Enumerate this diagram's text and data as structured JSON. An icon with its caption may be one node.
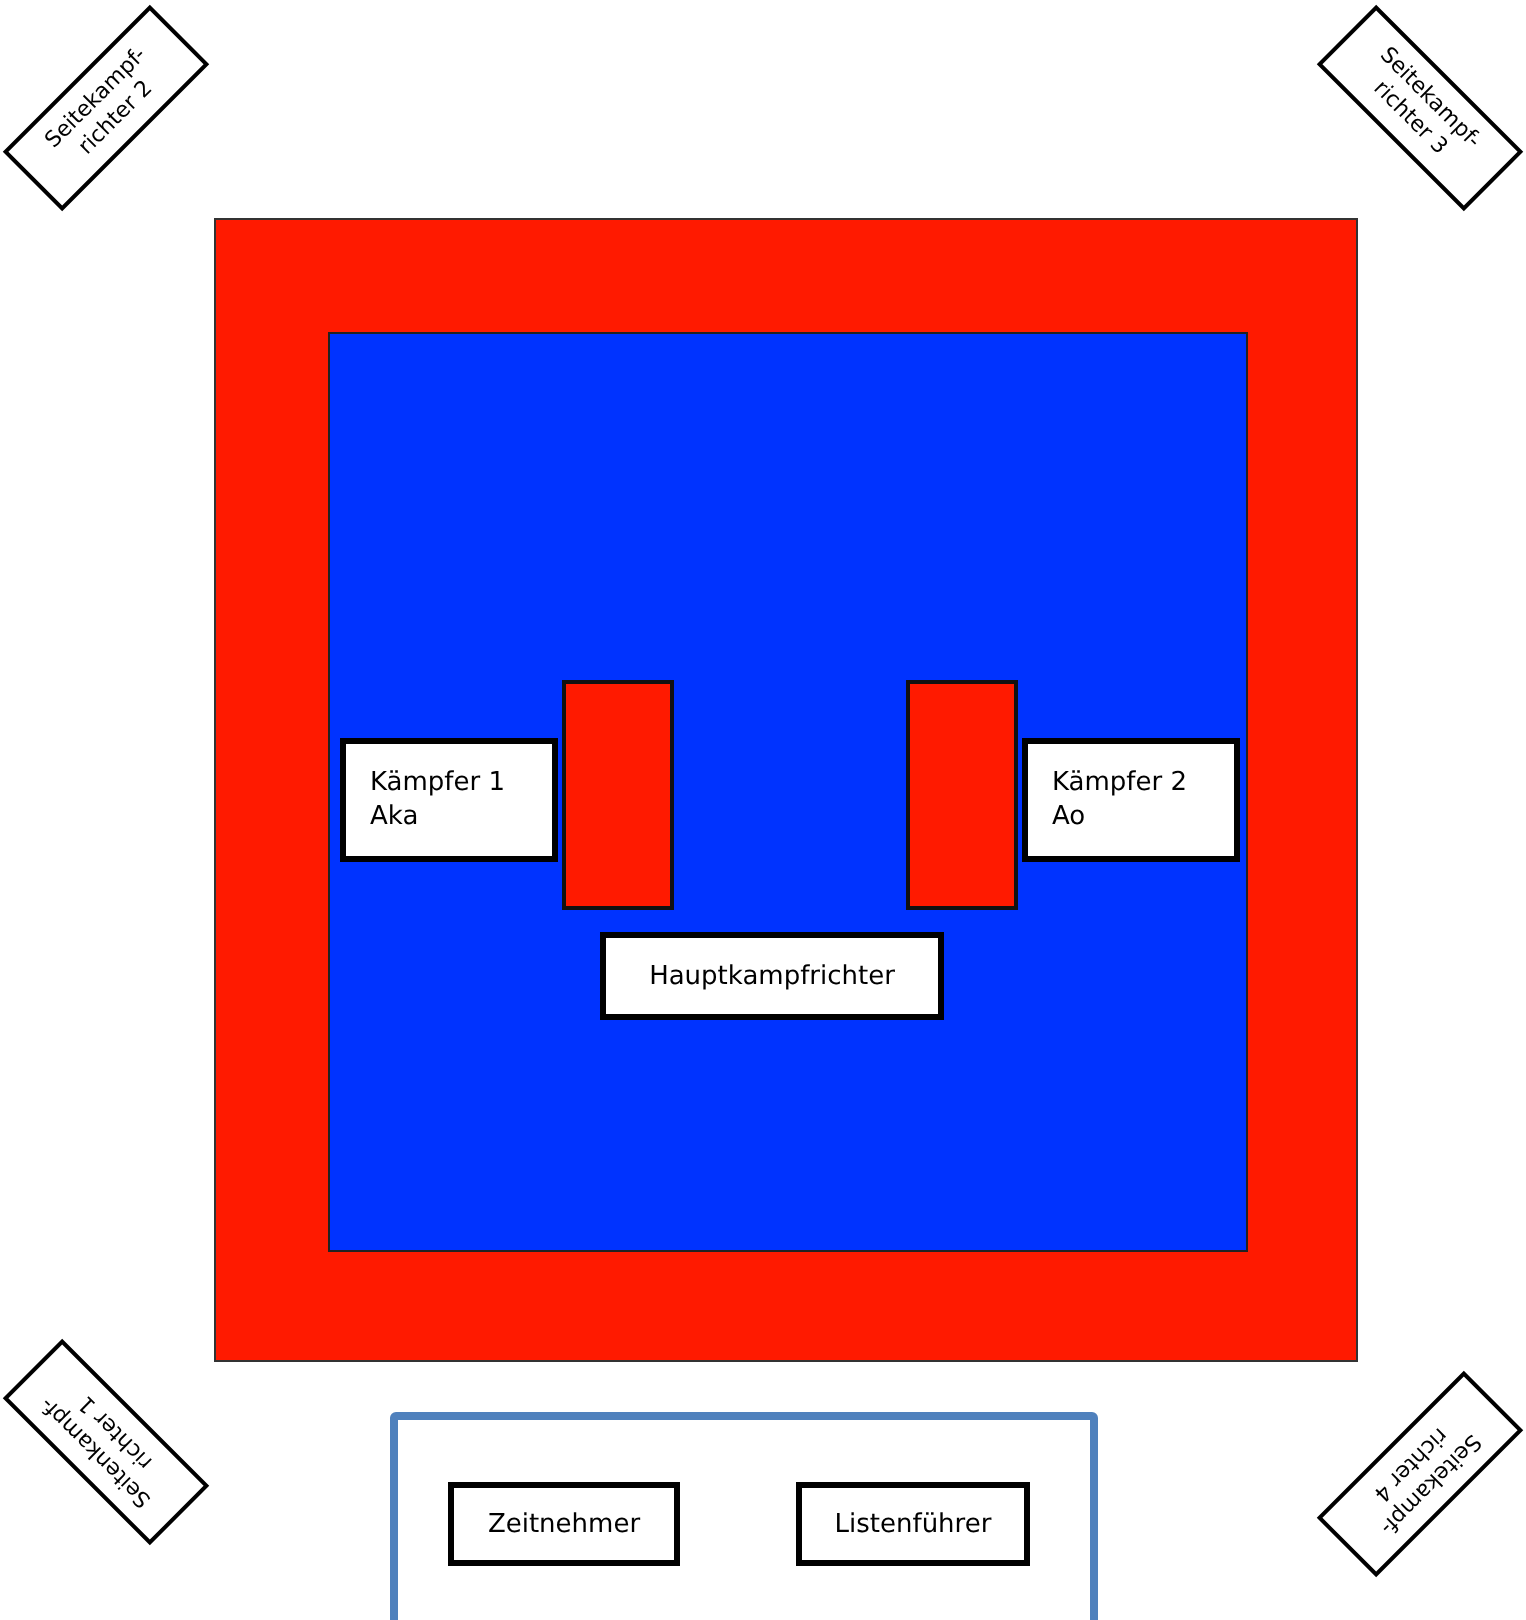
{
  "diagram": {
    "nodes": [
      {
        "text": [
          "Seitekampf- richter 2"
        ]
      },
      {
        "text": [
          "Seitekampf- richter 3"
        ]
      },
      {
        "text": [],
        "shape": "box"
      },
      {
        "text": [],
        "shape": "box",
        "in": 2
      },
      {
        "text": [],
        "shape": "bar",
        "in": 3
      },
      {
        "text": [],
        "shape": "bar",
        "in": 3
      },
      {
        "text": [
          "Kämpfer 1",
          "Aka"
        ],
        "in": 3
      },
      {
        "text": [
          "Kämpfer 2",
          "Ao"
        ],
        "in": 3
      },
      {
        "text": [
          "Hauptkampfrichter"
        ],
        "in": 3
      },
      {
        "text": [
          "Seitenkampf- richter 1"
        ]
      },
      {
        "text": [
          "Seitekampf- richter 4"
        ]
      },
      {
        "text": [],
        "shape": "box"
      },
      {
        "text": [
          "Zeitnehmer"
        ],
        "in": 11
      },
      {
        "text": [
          "Listenführer"
        ],
        "in": 11
      }
    ]
  }
}
